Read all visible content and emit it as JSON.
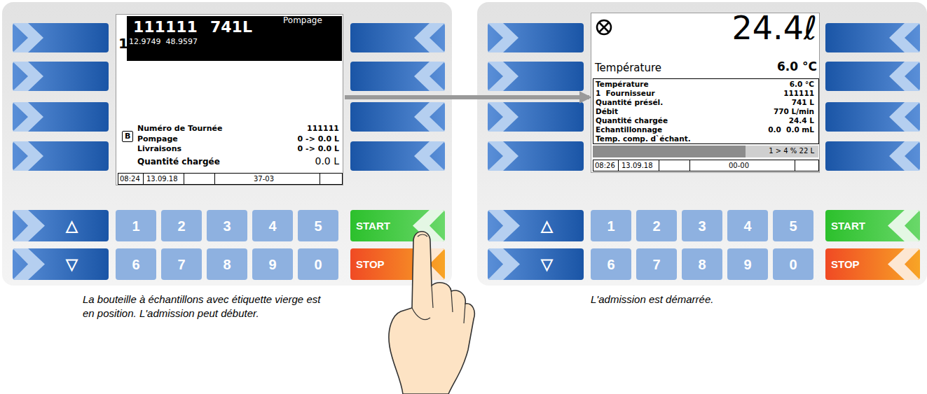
{
  "diagram": {
    "nodes": [
      {
        "text": [
          "1",
          "111111",
          "741L",
          "Pompage",
          "12.9749  48.9597",
          "B",
          "Numéro de Tournée",
          "111111",
          "Pompage",
          "0 -> 0.0 L",
          "Livraisons",
          "0 -> 0.0 L",
          "Quantité chargée",
          "0.0 L",
          "08:24",
          "13.09.18",
          "37-03"
        ]
      },
      {
        "text": [
          "△"
        ]
      },
      {
        "text": [
          "1"
        ]
      },
      {
        "text": [
          "2"
        ]
      },
      {
        "text": [
          "3"
        ]
      },
      {
        "text": [
          "4"
        ]
      },
      {
        "text": [
          "5"
        ]
      },
      {
        "text": [
          "START"
        ]
      },
      {
        "text": [
          "▽"
        ]
      },
      {
        "text": [
          "6"
        ]
      },
      {
        "text": [
          "7"
        ]
      },
      {
        "text": [
          "8"
        ]
      },
      {
        "text": [
          "9"
        ]
      },
      {
        "text": [
          "0"
        ]
      },
      {
        "text": [
          "STOP"
        ]
      },
      {
        "text": [
          "24.4ℓ",
          "Température",
          "6.0 °C",
          "Température",
          "6.0 °C",
          "1  Fournisseur",
          "111111",
          "Quantité présél.",
          "741 L",
          "Débit",
          "770 L/min",
          "Quantité chargée",
          "24.4 L",
          "Echantillonnage",
          "0.0  0.0 mL",
          "Temp. comp. d`échant.",
          "1 > 4 % 22 L",
          "08:26",
          "13.09.18",
          "00-00"
        ]
      },
      {
        "text": [
          "△"
        ]
      },
      {
        "text": [
          "1"
        ]
      },
      {
        "text": [
          "2"
        ]
      },
      {
        "text": [
          "3"
        ]
      },
      {
        "text": [
          "4"
        ]
      },
      {
        "text": [
          "5"
        ]
      },
      {
        "text": [
          "START"
        ]
      },
      {
        "text": [
          "▽"
        ]
      },
      {
        "text": [
          "6"
        ]
      },
      {
        "text": [
          "7"
        ]
      },
      {
        "text": [
          "8"
        ]
      },
      {
        "text": [
          "9"
        ]
      },
      {
        "text": [
          "0"
        ]
      },
      {
        "text": [
          "STOP"
        ]
      }
    ],
    "edges": [
      {
        "from": 0,
        "to": 15,
        "arrow": "to"
      }
    ],
    "labels": [
      "La bouteille à échantillons avec étiquette vierge est en position. L'admission peut débuter.",
      "L'admission est démarrée."
    ]
  }
}
